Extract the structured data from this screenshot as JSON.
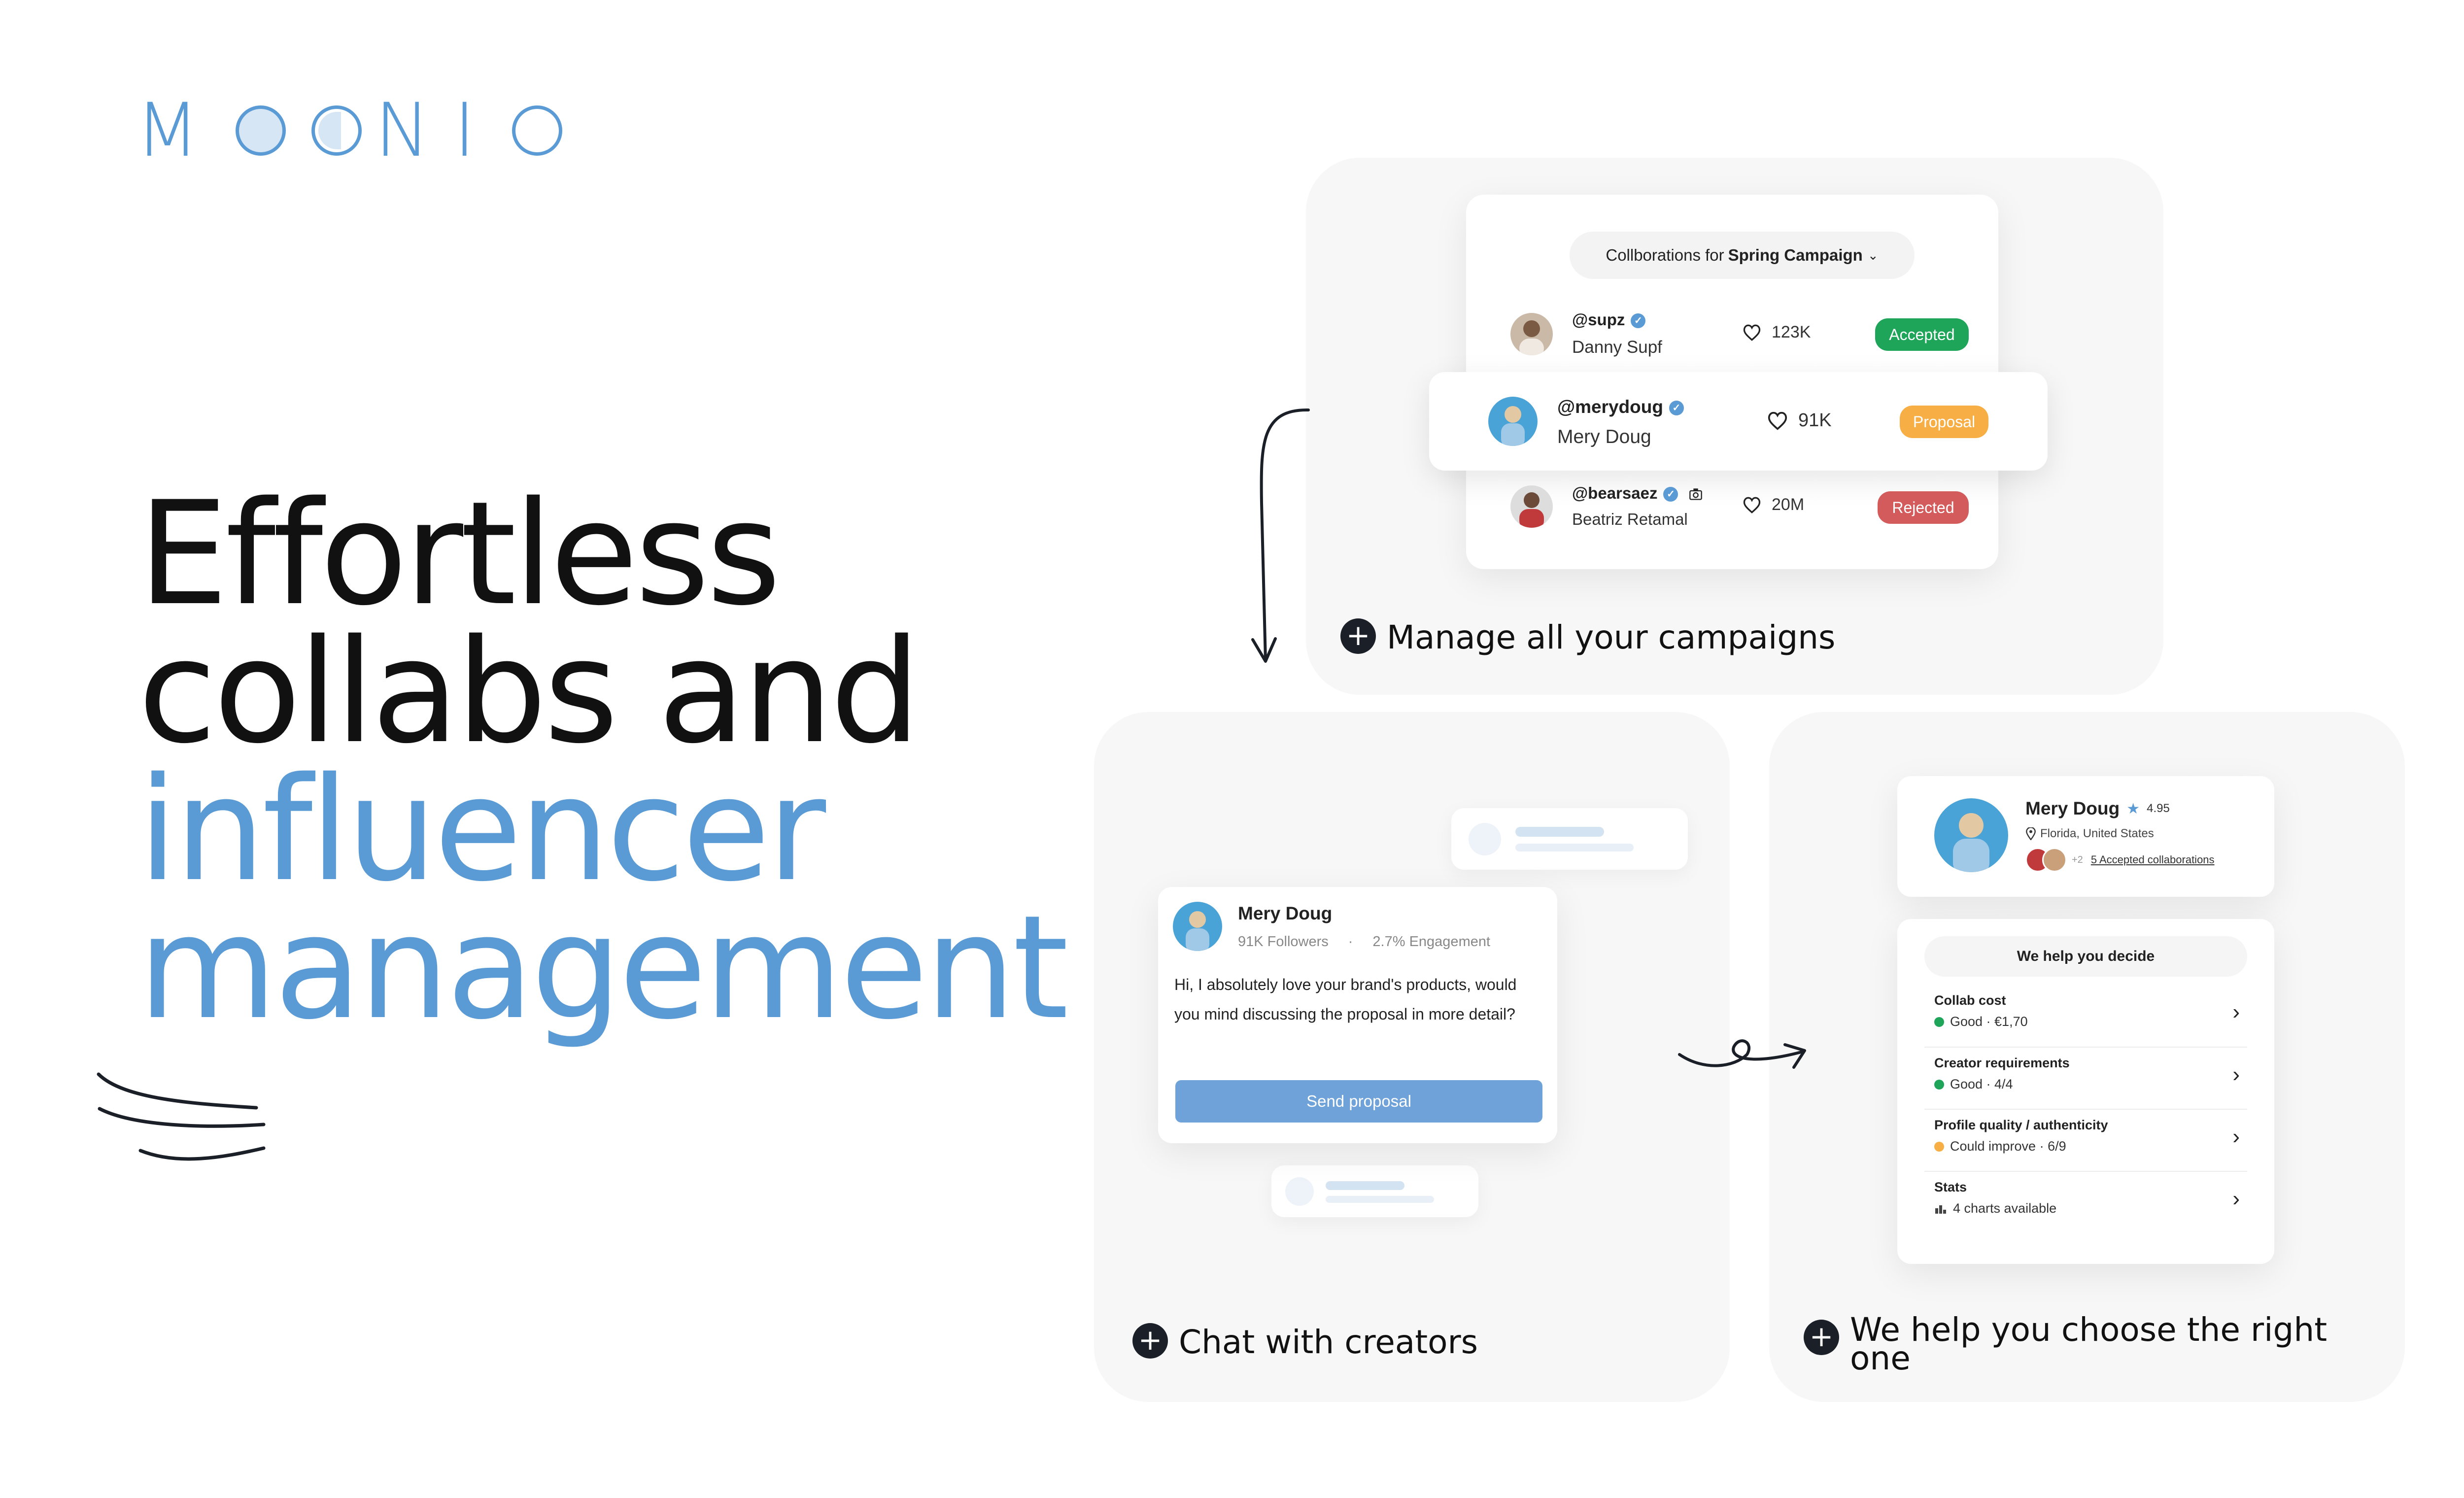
{
  "logo": {
    "parts": [
      "M",
      "N",
      "I"
    ]
  },
  "headline": {
    "line1": "Effortless",
    "line2": "collabs and",
    "line3": "influencer",
    "line4": "management"
  },
  "colors": {
    "accent": "#5b9bd5",
    "accepted": "#1ea55a",
    "proposal": "#f7ae45",
    "rejected": "#d35b5b",
    "dark": "#1b1f27"
  },
  "campaigns": {
    "selector_prefix": "Collborations for",
    "selector_campaign": "Spring Campaign",
    "rows": [
      {
        "handle": "@supz",
        "name": "Danny Supf",
        "likes": "123K",
        "status": "Accepted"
      },
      {
        "handle": "@merydoug",
        "name": "Mery Doug",
        "likes": "91K",
        "status": "Proposal"
      },
      {
        "handle": "@bearsaez",
        "name": "Beatriz Retamal",
        "likes": "20M",
        "status": "Rejected"
      }
    ],
    "feature": "Manage all your campaigns"
  },
  "chat": {
    "name": "Mery Doug",
    "followers": "91K Followers",
    "engagement": "2.7% Engagement",
    "message": "Hi, I absolutely love your brand's products, would you mind discussing the proposal in more detail?",
    "button": "Send proposal",
    "feature": "Chat with creators"
  },
  "decide": {
    "profile_name": "Mery Doug",
    "rating": "4.95",
    "location": "Florida, United States",
    "extra_count": "+2",
    "accepted_link": "5 Accepted collaborations",
    "panel_title": "We help you decide",
    "criteria": [
      {
        "title": "Collab cost",
        "value": "Good · €1,70",
        "status": "good"
      },
      {
        "title": "Creator requirements",
        "value": "Good · 4/4",
        "status": "good"
      },
      {
        "title": "Profile quality / authenticity",
        "value": "Could improve · 6/9",
        "status": "warn"
      },
      {
        "title": "Stats",
        "value": "4 charts available",
        "status": "stats"
      }
    ],
    "feature_line1": "We help you choose the right",
    "feature_line2": "one"
  },
  "icons": [
    "heart-icon",
    "verified-icon",
    "camera-icon",
    "plus-icon",
    "chevron-right-icon",
    "location-pin-icon",
    "star-icon",
    "chart-icon",
    "chevron-down-icon"
  ]
}
